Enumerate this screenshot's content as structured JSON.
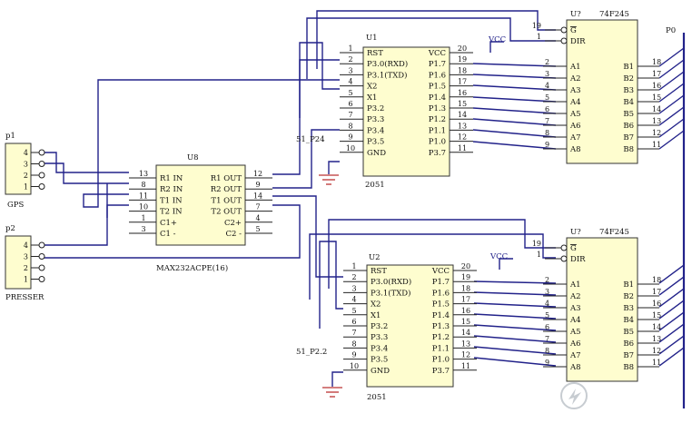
{
  "u1": {
    "ref": "U1",
    "part": "2051",
    "left_pins": [
      {
        "num": "1",
        "name": "RST"
      },
      {
        "num": "2",
        "name": "P3.0(RXD)"
      },
      {
        "num": "3",
        "name": "P3.1(TXD)"
      },
      {
        "num": "4",
        "name": "X2"
      },
      {
        "num": "5",
        "name": "X1"
      },
      {
        "num": "6",
        "name": "P3.2"
      },
      {
        "num": "7",
        "name": "P3.3"
      },
      {
        "num": "8",
        "name": "P3.4"
      },
      {
        "num": "9",
        "name": "P3.5"
      },
      {
        "num": "10",
        "name": "GND"
      }
    ],
    "right_pins": [
      {
        "num": "20",
        "name": "VCC"
      },
      {
        "num": "19",
        "name": "P1.7"
      },
      {
        "num": "18",
        "name": "P1.6"
      },
      {
        "num": "17",
        "name": "P1.5"
      },
      {
        "num": "16",
        "name": "P1.4"
      },
      {
        "num": "15",
        "name": "P1.3"
      },
      {
        "num": "14",
        "name": "P1.2"
      },
      {
        "num": "13",
        "name": "P1.1"
      },
      {
        "num": "12",
        "name": "P1.0"
      },
      {
        "num": "11",
        "name": "P3.7"
      }
    ],
    "net_label": "51_P24"
  },
  "u2": {
    "ref": "U2",
    "part": "2051",
    "left_pins": [
      {
        "num": "1",
        "name": "RST"
      },
      {
        "num": "2",
        "name": "P3.0(RXD)"
      },
      {
        "num": "3",
        "name": "P3.1(TXD)"
      },
      {
        "num": "4",
        "name": "X2"
      },
      {
        "num": "5",
        "name": "X1"
      },
      {
        "num": "6",
        "name": "P3.2"
      },
      {
        "num": "7",
        "name": "P3.3"
      },
      {
        "num": "8",
        "name": "P3.4"
      },
      {
        "num": "9",
        "name": "P3.5"
      },
      {
        "num": "10",
        "name": "GND"
      }
    ],
    "right_pins": [
      {
        "num": "20",
        "name": "VCC"
      },
      {
        "num": "19",
        "name": "P1.7"
      },
      {
        "num": "18",
        "name": "P1.6"
      },
      {
        "num": "17",
        "name": "P1.5"
      },
      {
        "num": "16",
        "name": "P1.4"
      },
      {
        "num": "15",
        "name": "P1.3"
      },
      {
        "num": "14",
        "name": "P1.2"
      },
      {
        "num": "13",
        "name": "P1.1"
      },
      {
        "num": "12",
        "name": "P1.0"
      },
      {
        "num": "11",
        "name": "P3.7"
      }
    ],
    "net_label": "51_P2.2"
  },
  "buffers": {
    "ref": "U?",
    "part": "74F245",
    "ctrl_pins": [
      {
        "num": "19",
        "name": "G"
      },
      {
        "num": "1",
        "name": "DIR"
      }
    ],
    "a_pins": [
      {
        "num": "2",
        "name": "A1"
      },
      {
        "num": "3",
        "name": "A2"
      },
      {
        "num": "4",
        "name": "A3"
      },
      {
        "num": "5",
        "name": "A4"
      },
      {
        "num": "6",
        "name": "A5"
      },
      {
        "num": "7",
        "name": "A6"
      },
      {
        "num": "8",
        "name": "A7"
      },
      {
        "num": "9",
        "name": "A8"
      }
    ],
    "b_pins": [
      {
        "num": "18",
        "name": "B1"
      },
      {
        "num": "17",
        "name": "B2"
      },
      {
        "num": "16",
        "name": "B3"
      },
      {
        "num": "15",
        "name": "B4"
      },
      {
        "num": "14",
        "name": "B5"
      },
      {
        "num": "13",
        "name": "B6"
      },
      {
        "num": "12",
        "name": "B7"
      },
      {
        "num": "11",
        "name": "B8"
      }
    ]
  },
  "u8": {
    "ref": "U8",
    "part": "MAX232ACPE(16)",
    "left_pins": [
      {
        "num": "13",
        "name": "R1 IN"
      },
      {
        "num": "8",
        "name": "R2 IN"
      },
      {
        "num": "11",
        "name": "T1 IN"
      },
      {
        "num": "10",
        "name": "T2 IN"
      },
      {
        "num": "1",
        "name": "C1+"
      },
      {
        "num": "3",
        "name": "C1 -"
      }
    ],
    "right_pins": [
      {
        "num": "12",
        "name": "R1 OUT"
      },
      {
        "num": "9",
        "name": "R2 OUT"
      },
      {
        "num": "14",
        "name": "T1 OUT"
      },
      {
        "num": "7",
        "name": "T2 OUT"
      },
      {
        "num": "4",
        "name": "C2+"
      },
      {
        "num": "5",
        "name": "C2 -"
      }
    ]
  },
  "p1": {
    "ref": "p1",
    "name": "GPS",
    "pins": [
      "4",
      "3",
      "2",
      "1"
    ]
  },
  "p2": {
    "ref": "p2",
    "name": "PRESSER",
    "pins": [
      "4",
      "3",
      "2",
      "1"
    ]
  },
  "labels": {
    "vcc": "VCC",
    "bus": "P0"
  }
}
